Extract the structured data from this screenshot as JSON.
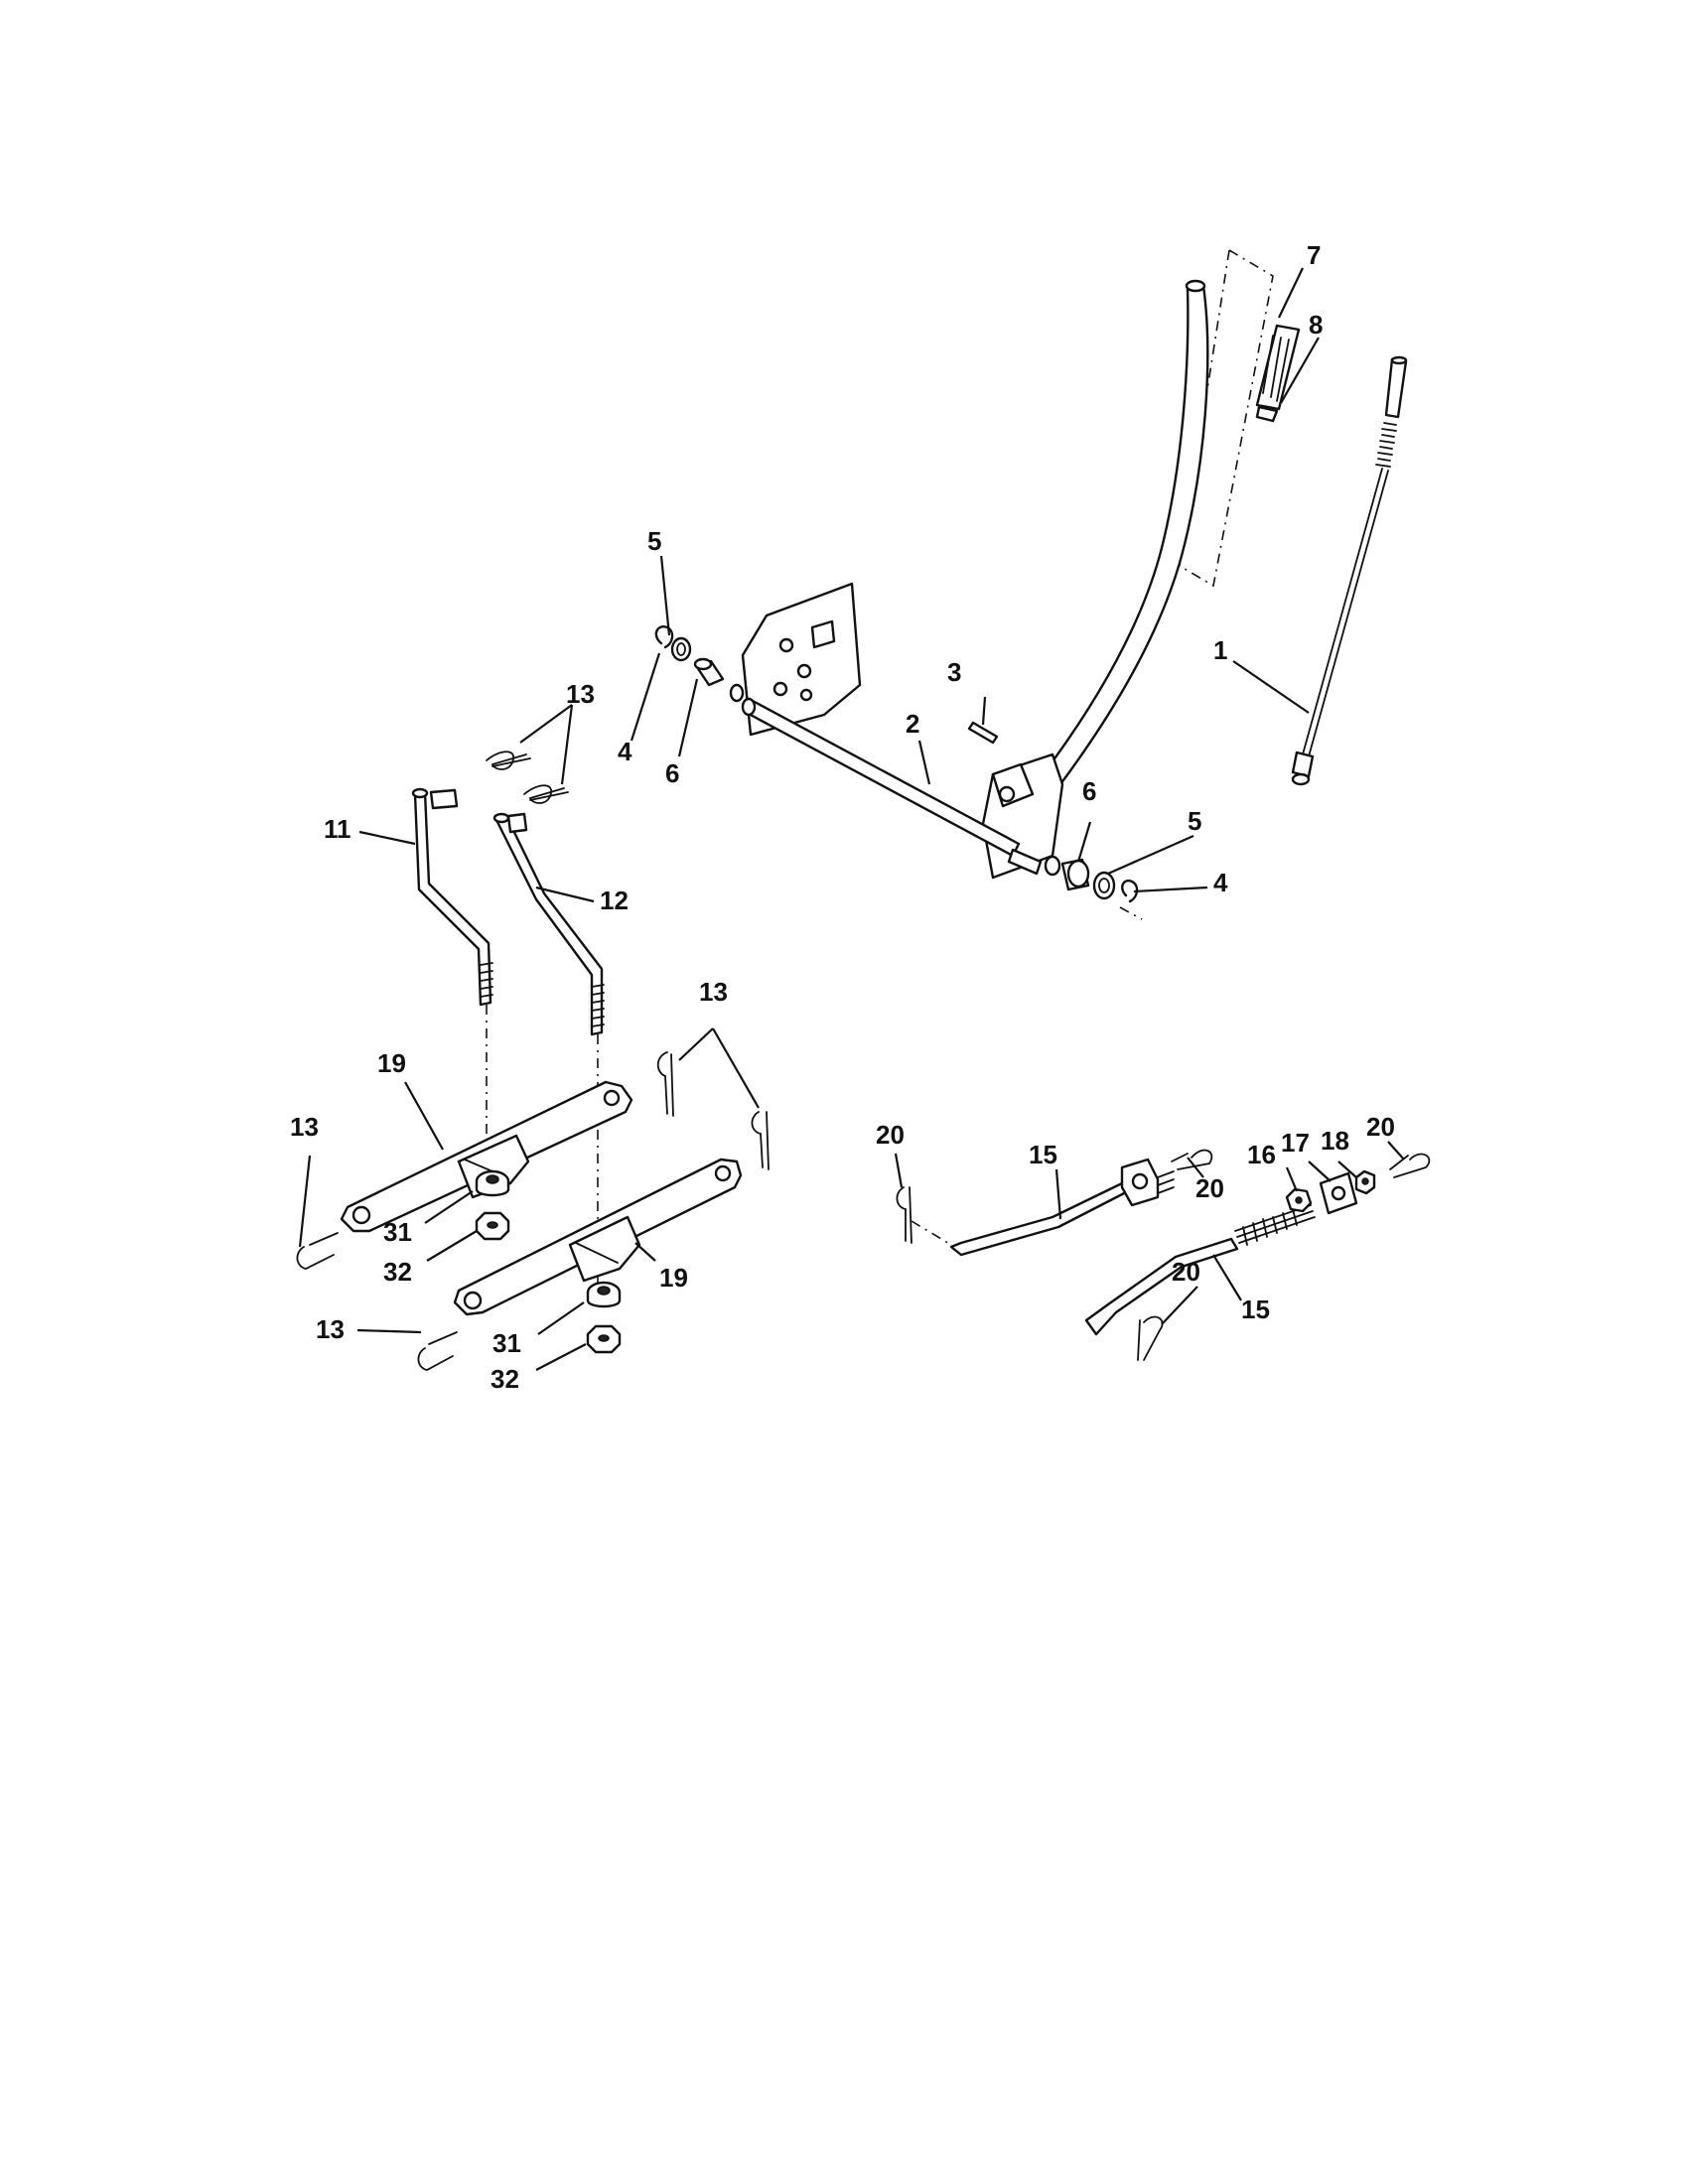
{
  "callouts": [
    "1",
    "2",
    "3",
    "4",
    "5",
    "6",
    "7",
    "8",
    "11",
    "12",
    "13",
    "15",
    "16",
    "17",
    "18",
    "19",
    "20",
    "31",
    "32"
  ]
}
